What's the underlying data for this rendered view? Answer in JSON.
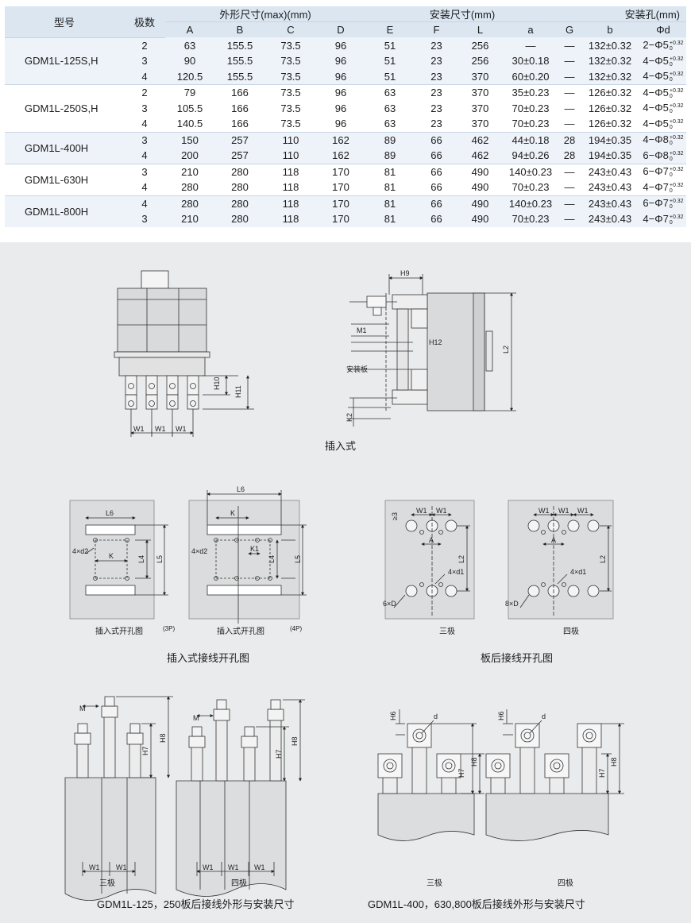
{
  "table": {
    "headers": {
      "model": "型号",
      "poles": "极数",
      "outline": "外形尺寸(max)(mm)",
      "mount": "安装尺寸(mm)",
      "holes": "安装孔(mm)",
      "cols": [
        "A",
        "B",
        "C",
        "D",
        "E",
        "F",
        "L",
        "a",
        "G",
        "b",
        "Φd"
      ]
    },
    "rows": [
      {
        "model": "GDM1L-125S,H",
        "poles": "2",
        "A": "63",
        "B": "155.5",
        "C": "73.5",
        "D": "96",
        "E": "51",
        "F": "23",
        "L": "256",
        "a": "—",
        "G": "—",
        "b": "132±0.32",
        "d": "2−Φ5"
      },
      {
        "model": "",
        "poles": "3",
        "A": "90",
        "B": "155.5",
        "C": "73.5",
        "D": "96",
        "E": "51",
        "F": "23",
        "L": "256",
        "a": "30±0.18",
        "G": "—",
        "b": "132±0.32",
        "d": "4−Φ5"
      },
      {
        "model": "",
        "poles": "4",
        "A": "120.5",
        "B": "155.5",
        "C": "73.5",
        "D": "96",
        "E": "51",
        "F": "23",
        "L": "370",
        "a": "60±0.20",
        "G": "—",
        "b": "132±0.32",
        "d": "4−Φ5"
      },
      {
        "model": "GDM1L-250S,H",
        "poles": "2",
        "A": "79",
        "B": "166",
        "C": "73.5",
        "D": "96",
        "E": "63",
        "F": "23",
        "L": "370",
        "a": "35±0.23",
        "G": "—",
        "b": "126±0.32",
        "d": "4−Φ5"
      },
      {
        "model": "",
        "poles": "3",
        "A": "105.5",
        "B": "166",
        "C": "73.5",
        "D": "96",
        "E": "63",
        "F": "23",
        "L": "370",
        "a": "70±0.23",
        "G": "—",
        "b": "126±0.32",
        "d": "4−Φ5"
      },
      {
        "model": "",
        "poles": "4",
        "A": "140.5",
        "B": "166",
        "C": "73.5",
        "D": "96",
        "E": "63",
        "F": "23",
        "L": "370",
        "a": "70±0.23",
        "G": "—",
        "b": "126±0.32",
        "d": "4−Φ5"
      },
      {
        "model": "GDM1L-400H",
        "poles": "3",
        "A": "150",
        "B": "257",
        "C": "110",
        "D": "162",
        "E": "89",
        "F": "66",
        "L": "462",
        "a": "44±0.18",
        "G": "28",
        "b": "194±0.35",
        "d": "4−Φ8"
      },
      {
        "model": "",
        "poles": "4",
        "A": "200",
        "B": "257",
        "C": "110",
        "D": "162",
        "E": "89",
        "F": "66",
        "L": "462",
        "a": "94±0.26",
        "G": "28",
        "b": "194±0.35",
        "d": "6−Φ8"
      },
      {
        "model": "GDM1L-630H",
        "poles": "3",
        "A": "210",
        "B": "280",
        "C": "118",
        "D": "170",
        "E": "81",
        "F": "66",
        "L": "490",
        "a": "140±0.23",
        "G": "—",
        "b": "243±0.43",
        "d": "6−Φ7"
      },
      {
        "model": "",
        "poles": "4",
        "A": "280",
        "B": "280",
        "C": "118",
        "D": "170",
        "E": "81",
        "F": "66",
        "L": "490",
        "a": "70±0.23",
        "G": "—",
        "b": "243±0.43",
        "d": "4−Φ7"
      },
      {
        "model": "GDM1L-800H",
        "poles": "4",
        "A": "280",
        "B": "280",
        "C": "118",
        "D": "170",
        "E": "81",
        "F": "66",
        "L": "490",
        "a": "140±0.23",
        "G": "—",
        "b": "243±0.43",
        "d": "6−Φ7"
      },
      {
        "model": "",
        "poles": "3",
        "A": "210",
        "B": "280",
        "C": "118",
        "D": "170",
        "E": "81",
        "F": "66",
        "L": "490",
        "a": "70±0.23",
        "G": "—",
        "b": "243±0.43",
        "d": "4−Φ7"
      }
    ],
    "tolerance": {
      "upper": "+0.32",
      "lower": "0"
    }
  },
  "drawings": {
    "plugin_caption": "插入式",
    "plugin_hole_title": "插入式接线开孔图",
    "plugin_hole_3p": "插入式开孔图",
    "tag_3p": "(3P)",
    "plugin_hole_4p": "插入式开孔图",
    "tag_4p": "(4P)",
    "rear_hole_title": "板后接线开孔图",
    "three_pole": "三极",
    "four_pole": "四极",
    "caption_125": "GDM1L-125，250板后接线外形与安装尺寸",
    "caption_400": "GDM1L-400，630,800板后接线外形与安装尺寸",
    "labels": {
      "W1": "W1",
      "H10": "H10",
      "H11": "H11",
      "H9": "H9",
      "M1": "M1",
      "H12": "H12",
      "plate": "安装板",
      "L2": "L2",
      "K2": "K2",
      "L6": "L6",
      "K": "K",
      "K1": "K1",
      "L4": "L4",
      "L5": "L5",
      "d2": "4×d2",
      "ge3": "≥3",
      "A": "A",
      "d1": "4×d1",
      "D6": "6×D",
      "D8": "8×D",
      "M": "M",
      "H7": "H7",
      "H8": "H8",
      "H6": "H6",
      "d": "d"
    }
  }
}
